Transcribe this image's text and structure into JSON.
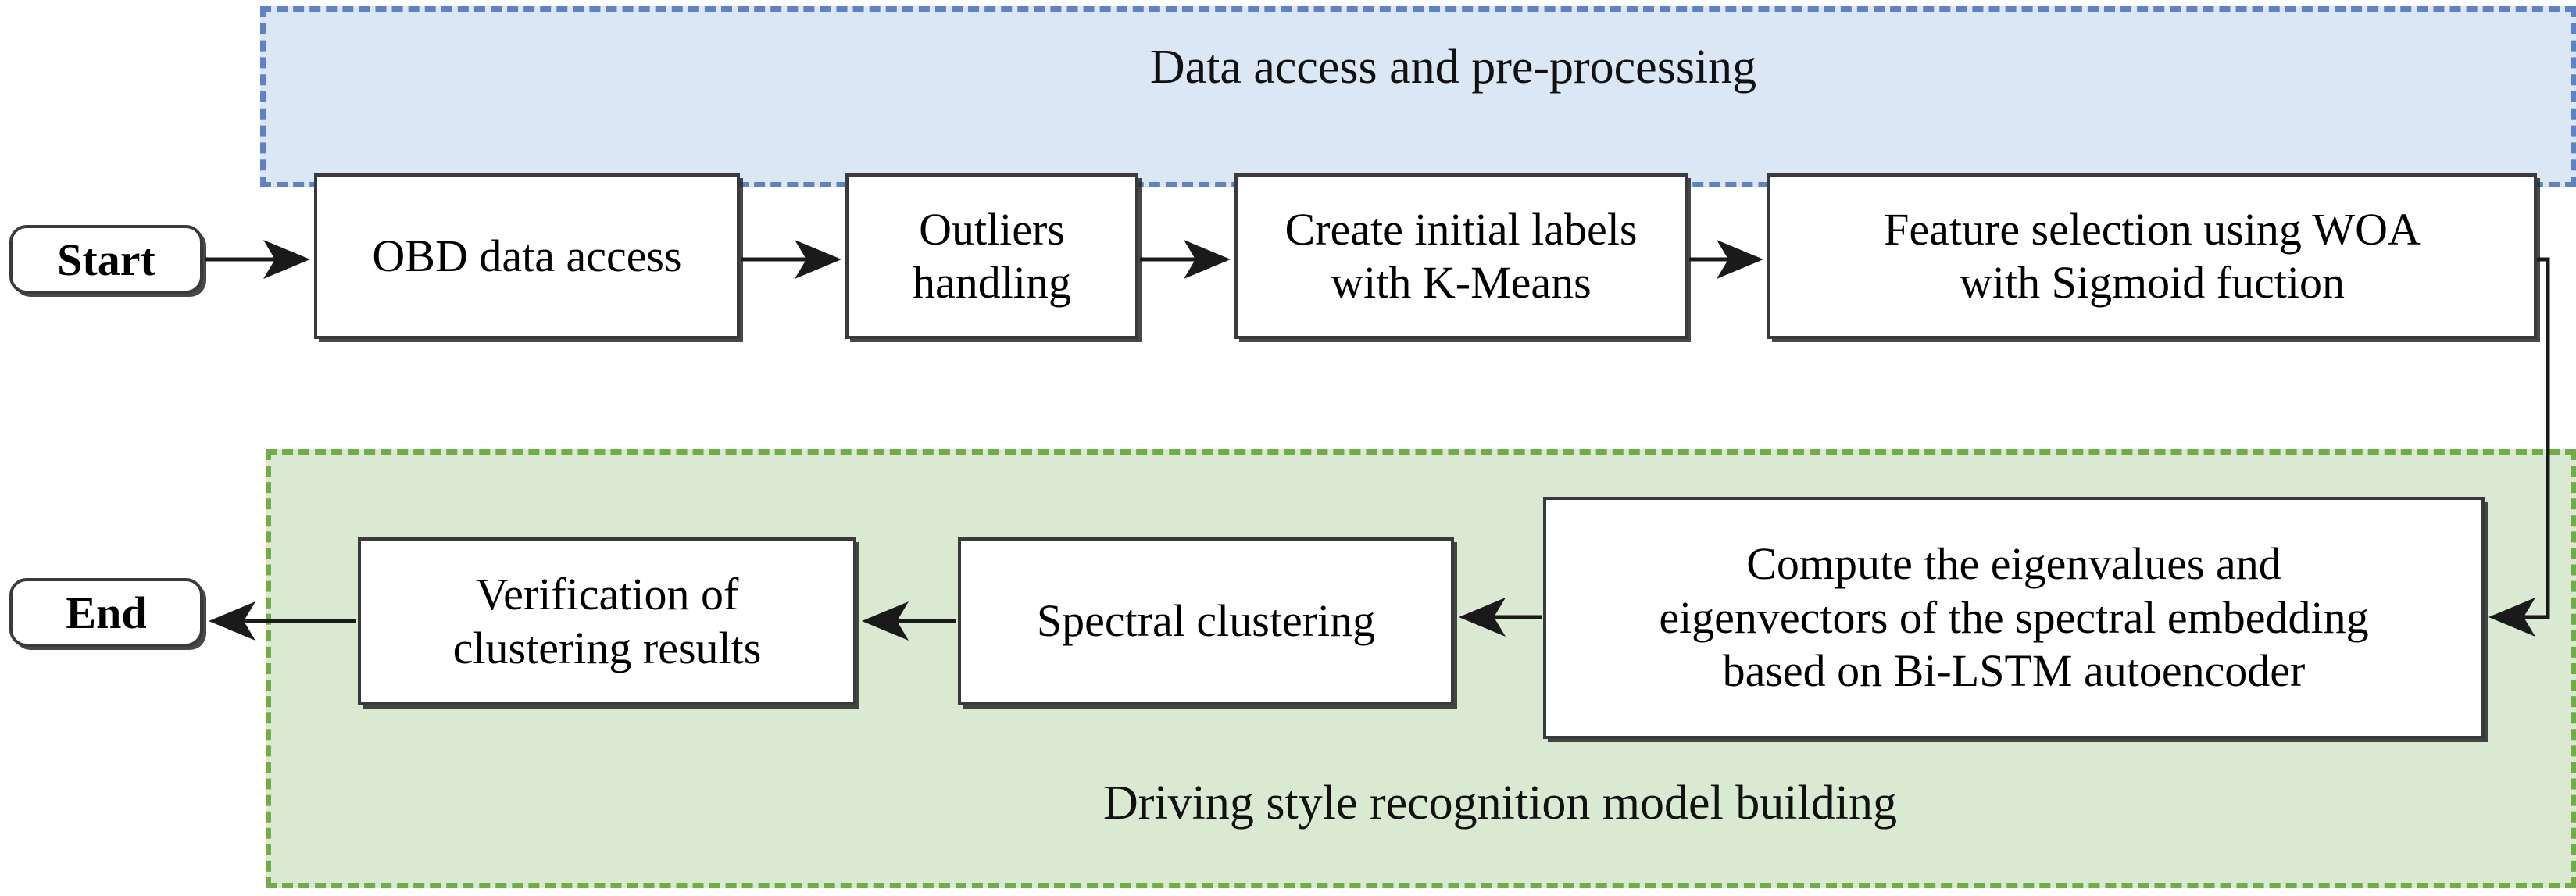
{
  "figure": {
    "type": "flowchart",
    "orientation": "two-row serpentine, left-to-right then right-to-left",
    "background": "#ffffff"
  },
  "colors": {
    "preprocessing_fill": "#dce7f6",
    "preprocessing_border": "#5b83c5",
    "modeling_fill": "#d9e9d2",
    "modeling_border": "#70ad47",
    "node_border": "#3a3a3a",
    "node_fill": "#ffffff",
    "edge": "#1a1a1a"
  },
  "terminators": {
    "start": "Start",
    "end": "End"
  },
  "groups": [
    {
      "id": "preprocessing",
      "title": "Data access and pre-processing",
      "title_position": "top-center",
      "nodes": [
        {
          "id": "obd",
          "label": "OBD data access"
        },
        {
          "id": "outliers",
          "label": "Outliers\nhandling"
        },
        {
          "id": "kmeans",
          "label": "Create initial labels\nwith K-Means"
        },
        {
          "id": "woa",
          "label": "Feature selection using WOA\nwith Sigmoid fuction"
        }
      ]
    },
    {
      "id": "modeling",
      "title": "Driving style recognition model building",
      "title_position": "bottom-center",
      "nodes": [
        {
          "id": "eigen",
          "label": "Compute the eigenvalues and\neigenvectors of the spectral embedding\nbased on Bi-LSTM autoencoder"
        },
        {
          "id": "spectral",
          "label": "Spectral clustering"
        },
        {
          "id": "verification",
          "label": "Verification of\nclustering results"
        }
      ]
    }
  ],
  "node_labels": {
    "obd": "OBD data access",
    "outliers_line1": "Outliers",
    "outliers_line2": "handling",
    "kmeans_line1": "Create initial labels",
    "kmeans_line2": "with K-Means",
    "woa_line1": "Feature selection using WOA",
    "woa_line2": "with Sigmoid fuction",
    "eigen_line1": "Compute the eigenvalues and",
    "eigen_line2": "eigenvectors of the spectral embedding",
    "eigen_line3": "based on Bi-LSTM autoencoder",
    "spectral": "Spectral clustering",
    "verification_line1": "Verification of",
    "verification_line2": "clustering results"
  },
  "titles": {
    "top": "Data access and pre-processing",
    "bottom": "Driving style recognition model building"
  },
  "edges": [
    {
      "from": "start",
      "to": "obd",
      "direction": "right"
    },
    {
      "from": "obd",
      "to": "outliers",
      "direction": "right"
    },
    {
      "from": "outliers",
      "to": "kmeans",
      "direction": "right"
    },
    {
      "from": "kmeans",
      "to": "woa",
      "direction": "right"
    },
    {
      "from": "woa",
      "to": "eigen",
      "direction": "down-then-left (wrap)"
    },
    {
      "from": "eigen",
      "to": "spectral",
      "direction": "left"
    },
    {
      "from": "spectral",
      "to": "verification",
      "direction": "left"
    },
    {
      "from": "verification",
      "to": "end",
      "direction": "left"
    }
  ]
}
